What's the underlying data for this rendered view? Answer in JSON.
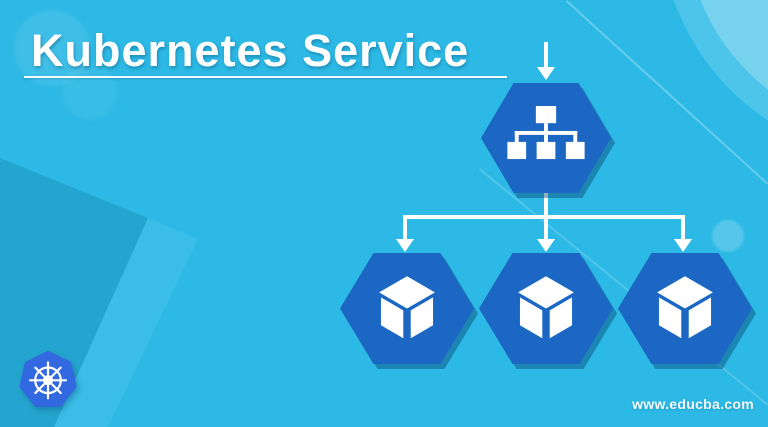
{
  "banner": {
    "title": "Kubernetes Service",
    "watermark": "www.educba.com"
  },
  "colors": {
    "background": "#2cb9e5",
    "hexagon": "#1b67c3",
    "kubernetes_blue": "#3268e0",
    "white": "#ffffff"
  },
  "diagram": {
    "type": "tree",
    "root": {
      "icon": "service-hierarchy-icon"
    },
    "children": [
      {
        "icon": "pod-cube-icon"
      },
      {
        "icon": "pod-cube-icon"
      },
      {
        "icon": "pod-cube-icon"
      }
    ]
  },
  "logo": {
    "icon": "kubernetes-helm-logo"
  }
}
